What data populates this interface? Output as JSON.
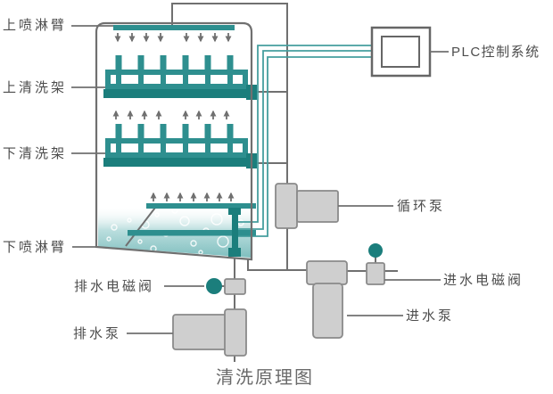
{
  "diagram": {
    "title": "清洗原理图",
    "labels": {
      "top_spray_arm": "上喷淋臂",
      "upper_wash_rack": "上清洗架",
      "lower_wash_rack": "下清洗架",
      "bottom_spray_arm": "下喷淋臂",
      "drain_solenoid_valve": "排水电磁阀",
      "drain_pump": "排水泵",
      "plc_control_system": "PLC控制系统",
      "circulation_pump": "循环泵",
      "inlet_solenoid_valve": "进水电磁阀",
      "inlet_pump": "进水泵"
    },
    "colors": {
      "teal": "#2E8F8F",
      "teal_dark": "#1B7E7C",
      "wire_teal": "#459E9E",
      "line_gray": "#707070",
      "component_fill": "#CFCFCF",
      "component_border": "#8A8A8A",
      "label_text": "#4D4D4D",
      "title_text": "#6A6A6A"
    }
  }
}
